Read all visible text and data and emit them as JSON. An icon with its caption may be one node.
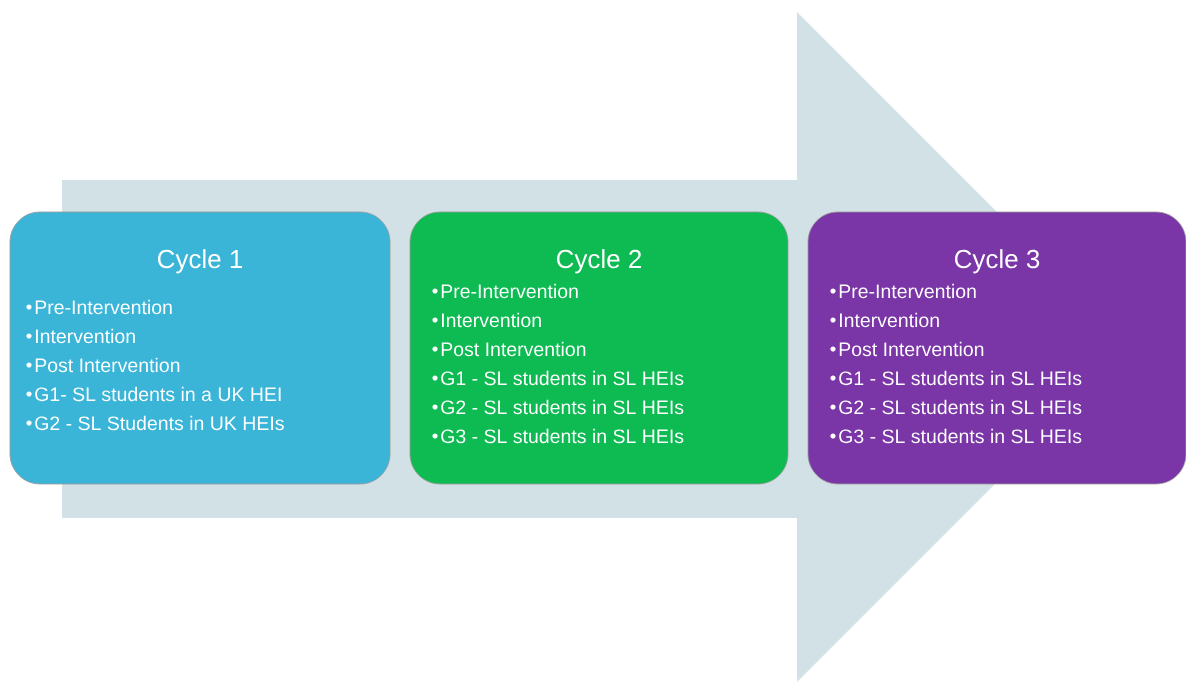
{
  "diagram": {
    "nodes": [
      {
        "text": [
          "Cycle 1",
          "Pre-Intervention",
          "Intervention",
          "Post Intervention",
          "G1- SL students in a UK HEI",
          "G2 - SL Students in UK HEIs"
        ]
      },
      {
        "text": [
          "Cycle 2",
          "Pre-Intervention",
          "Intervention",
          "Post Intervention",
          "G1 - SL students in SL HEIs",
          "G2 - SL students in SL HEIs",
          "G3  - SL students in SL HEIs"
        ]
      },
      {
        "text": [
          "Cycle 3",
          "Pre-Intervention",
          "Intervention",
          "Post Intervention",
          "G1 - SL students in SL HEIs",
          "G2 - SL students in SL HEIs",
          "G3 - SL students in SL HEIs"
        ]
      }
    ],
    "edges": [
      {
        "from": 0,
        "to": 2,
        "arrow": "to"
      }
    ]
  }
}
